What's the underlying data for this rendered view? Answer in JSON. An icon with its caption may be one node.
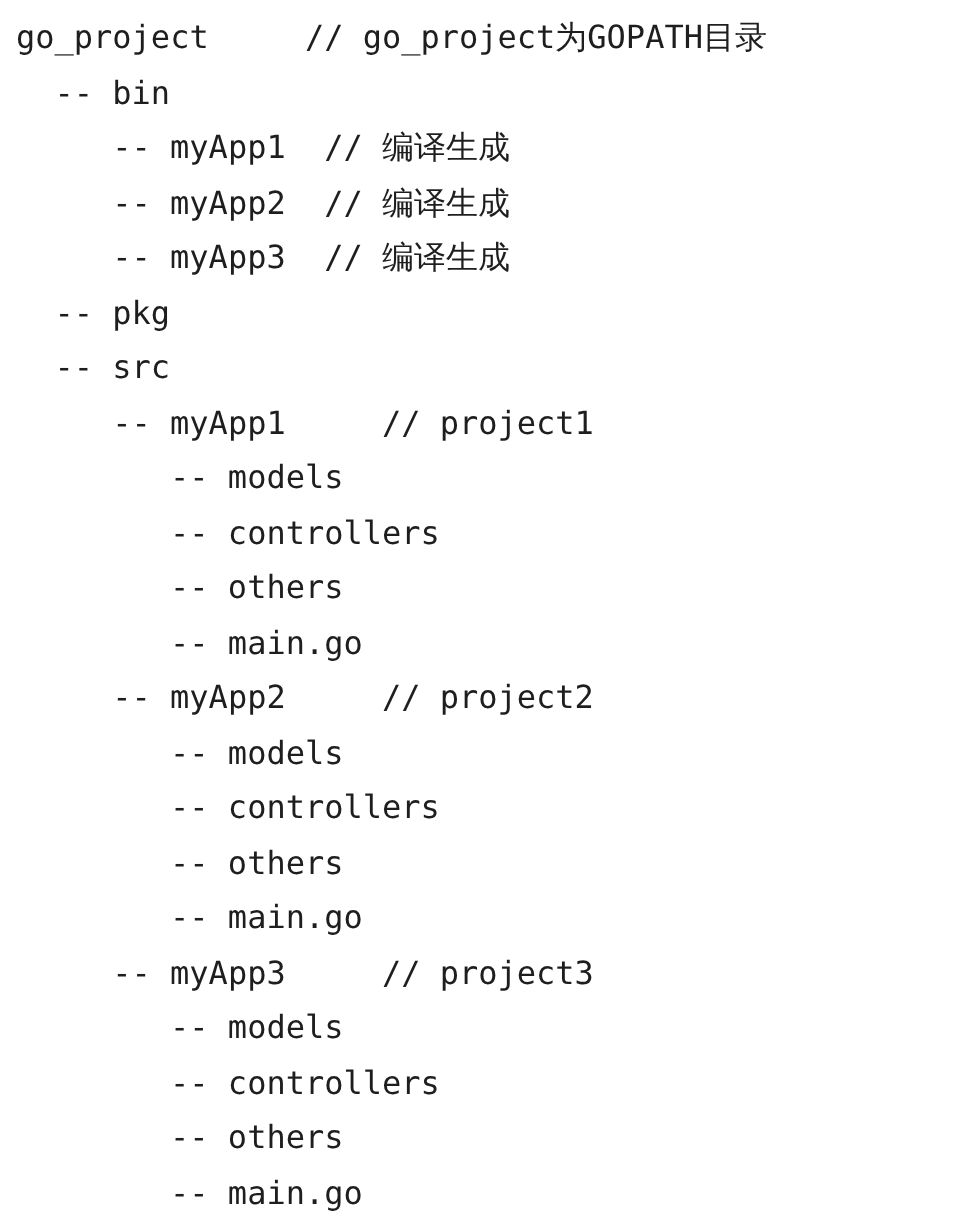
{
  "diagram": {
    "labels": [
      "go_project",
      "// go_project为GOPATH目录",
      "-- bin",
      "-- myApp1",
      "// 编译生成",
      "-- myApp2",
      "// 编译生成",
      "-- myApp3",
      "// 编译生成",
      "-- pkg",
      "-- src",
      "-- myApp1",
      "// project1",
      "-- models",
      "-- controllers",
      "-- others",
      "-- main.go",
      "-- myApp2",
      "// project2",
      "-- models",
      "-- controllers",
      "-- others",
      "-- main.go",
      "-- myApp3",
      "// project3",
      "-- models",
      "-- controllers",
      "-- others",
      "-- main.go"
    ]
  }
}
